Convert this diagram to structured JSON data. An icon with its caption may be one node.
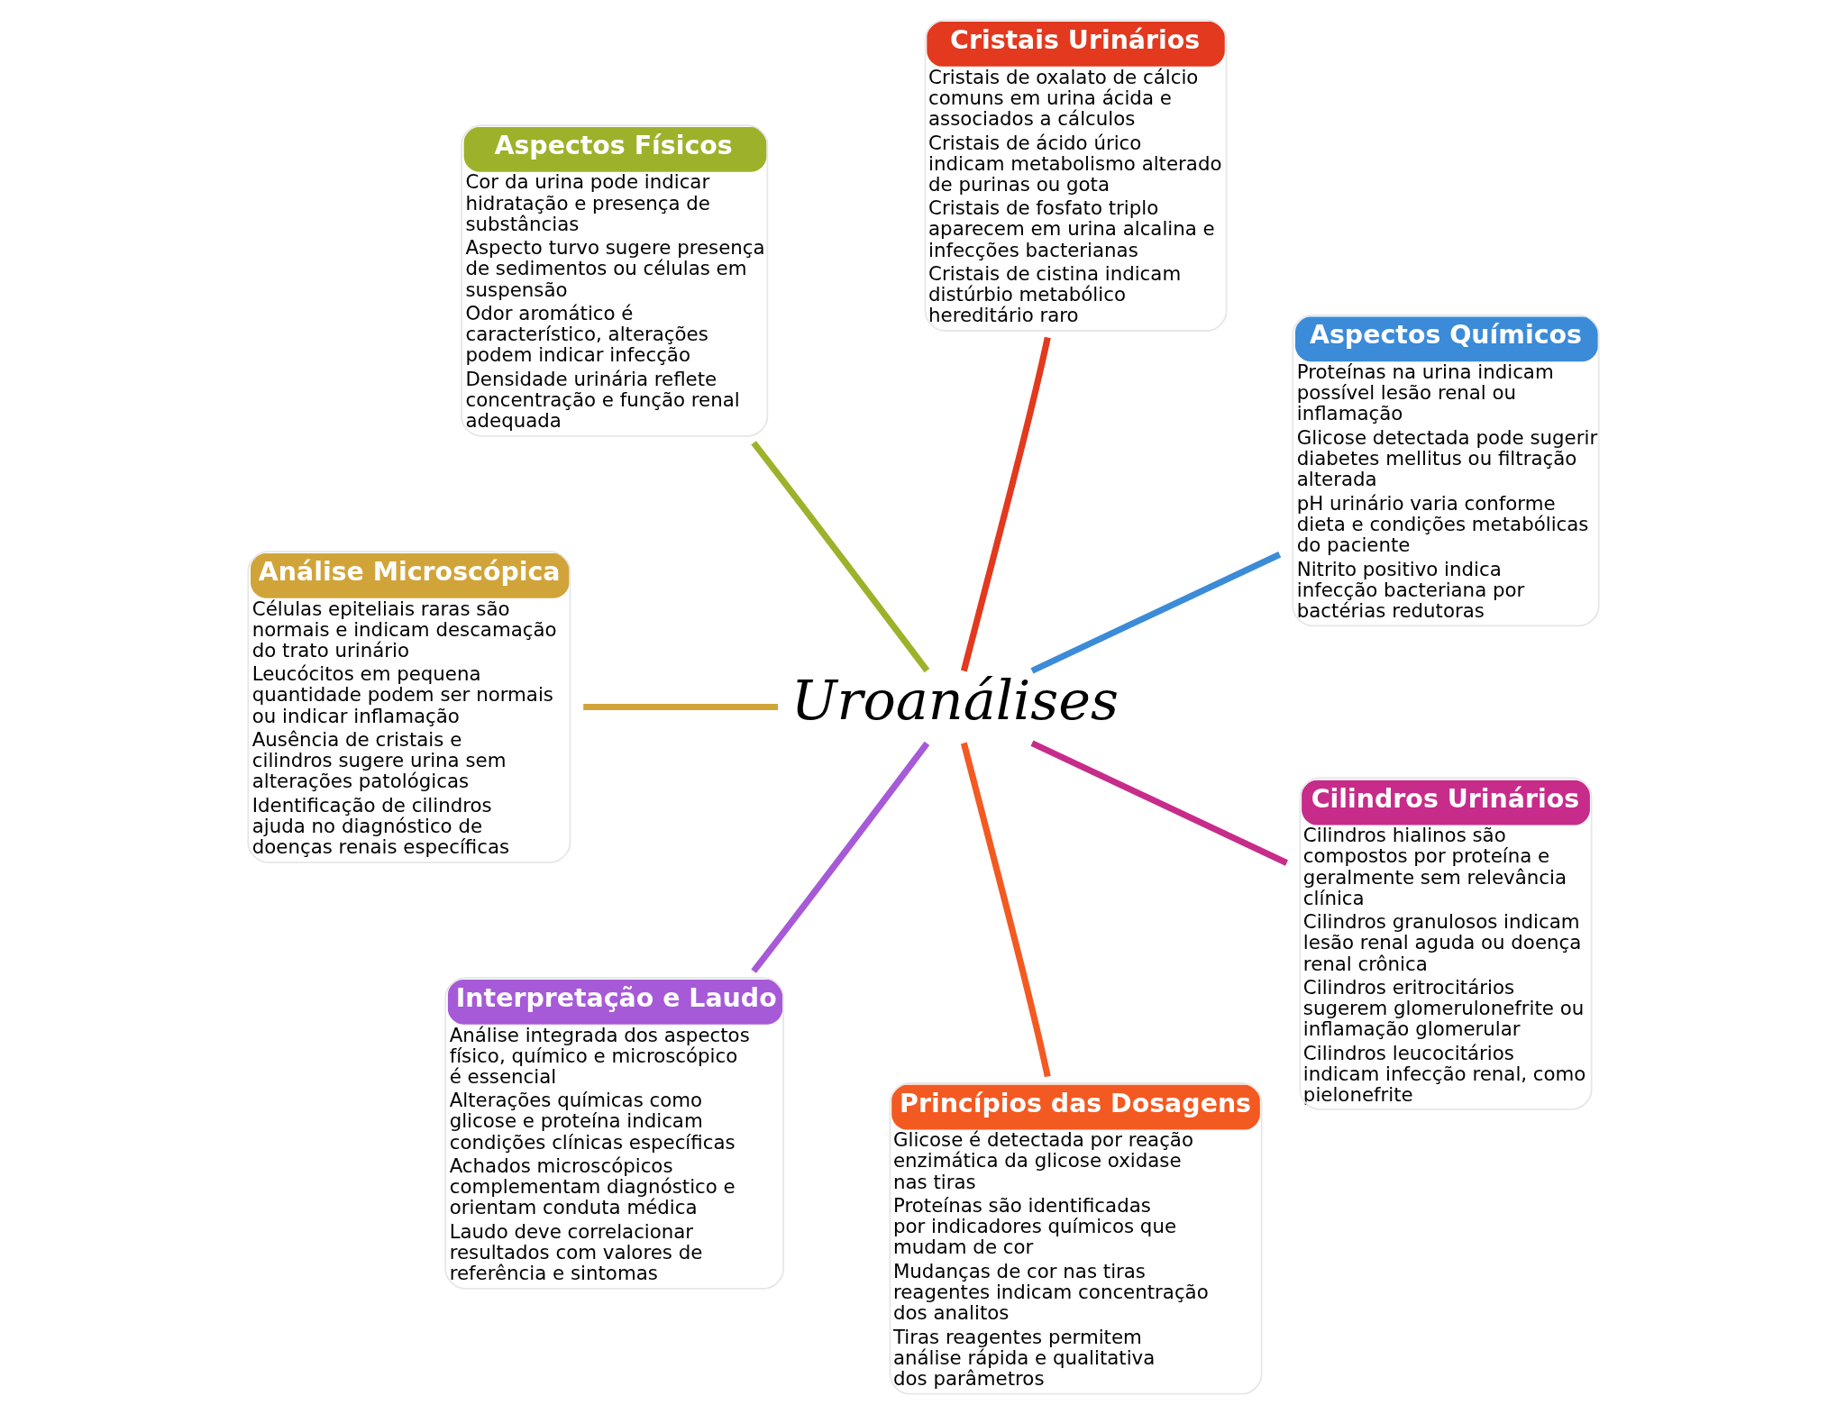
{
  "diagram": {
    "nodes": [
      {
        "text": [
          "Uroanálises"
        ]
      },
      {
        "text": [
          "Aspectos Químicos",
          "Proteínas na urina indicam possível lesão renal ou inflamação",
          "Glicose detectada pode sugerir diabetes mellitus ou filtração alterada",
          "pH urinário varia conforme dieta e condições metabólicas do paciente",
          "Nitrito positivo indica infecção bacteriana por bactérias redutoras"
        ]
      },
      {
        "text": [
          "Cristais Urinários",
          "Cristais de oxalato de cálcio comuns em urina ácida e associados a cálculos",
          "Cristais de ácido úrico indicam metabolismo alterado de purinas ou gota",
          "Cristais de fosfato triplo aparecem em urina alcalina e infecções bacterianas",
          "Cristais de cistina indicam distúrbio metabólico hereditário raro"
        ]
      },
      {
        "text": [
          "Aspectos Físicos",
          "Cor da urina pode indicar hidratação e presença de substâncias",
          "Aspecto turvo sugere presença de sedimentos ou células em suspensão",
          "Odor aromático é característico, alterações podem indicar infecção",
          "Densidade urinária reflete concentração e função renal adequada"
        ]
      },
      {
        "text": [
          "Análise Microscópica",
          "Células epiteliais raras são normais e indicam descamação do trato urinário",
          "Leucócitos em pequena quantidade podem ser normais ou indicar inflamação",
          "Ausência de cristais e cilindros sugere urina sem alterações patológicas",
          "Identificação de cilindros ajuda no diagnóstico de doenças renais específicas"
        ]
      },
      {
        "text": [
          "Interpretação e Laudo",
          "Análise integrada dos aspectos físico, químico e microscópico é essencial",
          "Alterações químicas como glicose e proteína indicam condições clínicas específicas",
          "Achados microscópicos complementam diagnóstico e orientam conduta médica",
          "Laudo deve correlacionar resultados com valores de referência e sintomas"
        ]
      },
      {
        "text": [
          "Princípios das Dosagens",
          "Glicose é detectada por reação enzimática da glicose oxidase nas tiras",
          "Proteínas são identificadas por indicadores químicos que mudam de cor",
          "Mudanças de cor nas tiras reagentes indicam concentração dos analitos",
          "Tiras reagentes permitem análise rápida e qualitativa dos parâmetros"
        ]
      },
      {
        "text": [
          "Cilindros Urinários",
          "Cilindros hialinos são compostos por proteína e geralmente sem relevância clínica",
          "Cilindros granulosos indicam lesão renal aguda ou doença renal crônica",
          "Cilindros eritrocitários sugerem glomerulonefrite ou inflamação glomerular",
          "Cilindros leucocitários indicam infecção renal, como pielonefrite"
        ]
      }
    ],
    "edges": [
      {
        "from": 0,
        "to": 1,
        "arrow": "none",
        "color": "#3b8bd9"
      },
      {
        "from": 0,
        "to": 2,
        "arrow": "none",
        "color": "#e2391f"
      },
      {
        "from": 0,
        "to": 3,
        "arrow": "none",
        "color": "#9db22a"
      },
      {
        "from": 0,
        "to": 4,
        "arrow": "none",
        "color": "#d1a43a"
      },
      {
        "from": 0,
        "to": 5,
        "arrow": "none",
        "color": "#a65ad8"
      },
      {
        "from": 0,
        "to": 6,
        "arrow": "none",
        "color": "#f35a22"
      },
      {
        "from": 0,
        "to": 7,
        "arrow": "none",
        "color": "#c72c8a"
      }
    ]
  }
}
